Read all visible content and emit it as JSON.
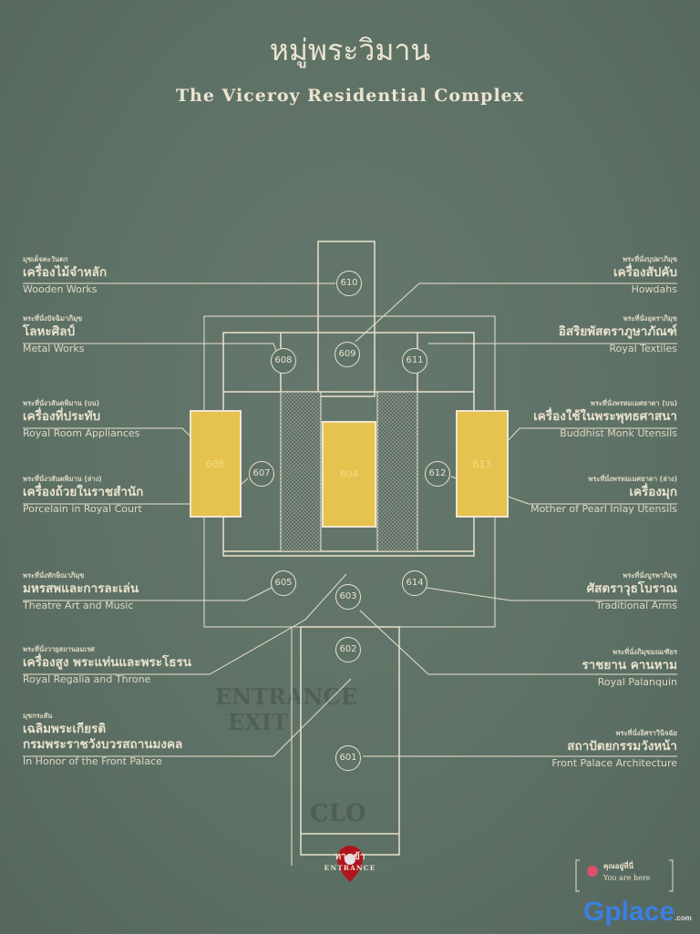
{
  "header": {
    "title_th": "หมู่พระวิมาน",
    "title_en": "The Viceroy Residential Complex"
  },
  "colors": {
    "background": "#5f7166",
    "text": "#e9e1cc",
    "highlight_room": "#e6c24e",
    "pin": "#b0141c"
  },
  "rooms": {
    "r601": "601",
    "r602": "602",
    "r603": "603",
    "r604": "604",
    "r605": "605",
    "r606": "606",
    "r607": "607",
    "r608": "608",
    "r609": "609",
    "r610": "610",
    "r611": "611",
    "r612": "612",
    "r613": "613",
    "r614": "614"
  },
  "left_labels": [
    {
      "sub": "มุขเด็จตะวันตก",
      "th": "เครื่องไม้จำหลัก",
      "en": "Wooden Works"
    },
    {
      "sub": "พระที่นั่งปัจฉิมาภิมุข",
      "th": "โลหะศิลป์",
      "en": "Metal Works"
    },
    {
      "sub": "พระที่นั่งวสันตพิมาน (บน)",
      "th": "เครื่องที่ประทับ",
      "en": "Royal Room Appliances"
    },
    {
      "sub": "พระที่นั่งวสันตพิมาน (ล่าง)",
      "th": "เครื่องถ้วยในราชสำนัก",
      "en": "Porcelain in Royal Court"
    },
    {
      "sub": "พระที่นั่งทักษิณาภิมุข",
      "th": "มหรสพและการละเล่น",
      "en": "Theatre Art and Music"
    },
    {
      "sub": "พระที่นั่งวายุสถานอมเรศ",
      "th": "เครื่องสูง พระแท่นและพระโธรน",
      "en": "Royal Regalia and Throne"
    },
    {
      "sub": "มุขกระสัน",
      "th": "เฉลิมพระเกียรติ",
      "th2": "กรมพระราชวังบวรสถานมงคล",
      "en": "In Honor of the Front Palace"
    }
  ],
  "right_labels": [
    {
      "sub": "พระที่นั่งบุปผาภิมุข",
      "th": "เครื่องสัปคับ",
      "en": "Howdahs"
    },
    {
      "sub": "พระที่นั่งอุตราภิมุข",
      "th": "อิสริยพัสตราภูษาภัณฑ์",
      "en": "Royal Textiles"
    },
    {
      "sub": "พระที่นั่งพรหมเมศธาดา (บน)",
      "th": "เครื่องใช้ในพระพุทธศาสนา",
      "en": "Buddhist Monk Utensils"
    },
    {
      "sub": "พระที่นั่งพรหมเมศธาดา (ล่าง)",
      "th": "เครื่องมุก",
      "en": "Mother of Pearl Inlay Utensils"
    },
    {
      "sub": "พระที่นั่งบูรพาภิมุข",
      "th": "ศัสตราวุธโบราณ",
      "en": "Traditional Arms"
    },
    {
      "sub": "พระที่นั่งภิมุขมณเฑียร",
      "th": "ราชยาน คานหาม",
      "en": "Royal Palanquin"
    },
    {
      "sub": "พระที่นั่งอิศราวินิจฉัย",
      "th": "สถาปัตยกรรมวังหน้า",
      "en": "Front Palace Architecture"
    }
  ],
  "ghost_signs": {
    "entrance": "ENTRANCE",
    "exit": "EXIT",
    "closed": "CLO"
  },
  "entrance": {
    "th": "ทางเข้า",
    "en": "ENTRANCE"
  },
  "you_are_here": {
    "th": "คุณอยู่ที่นี่",
    "en": "You are here"
  },
  "watermark": {
    "text": "Gplace",
    "suffix": ".com"
  }
}
